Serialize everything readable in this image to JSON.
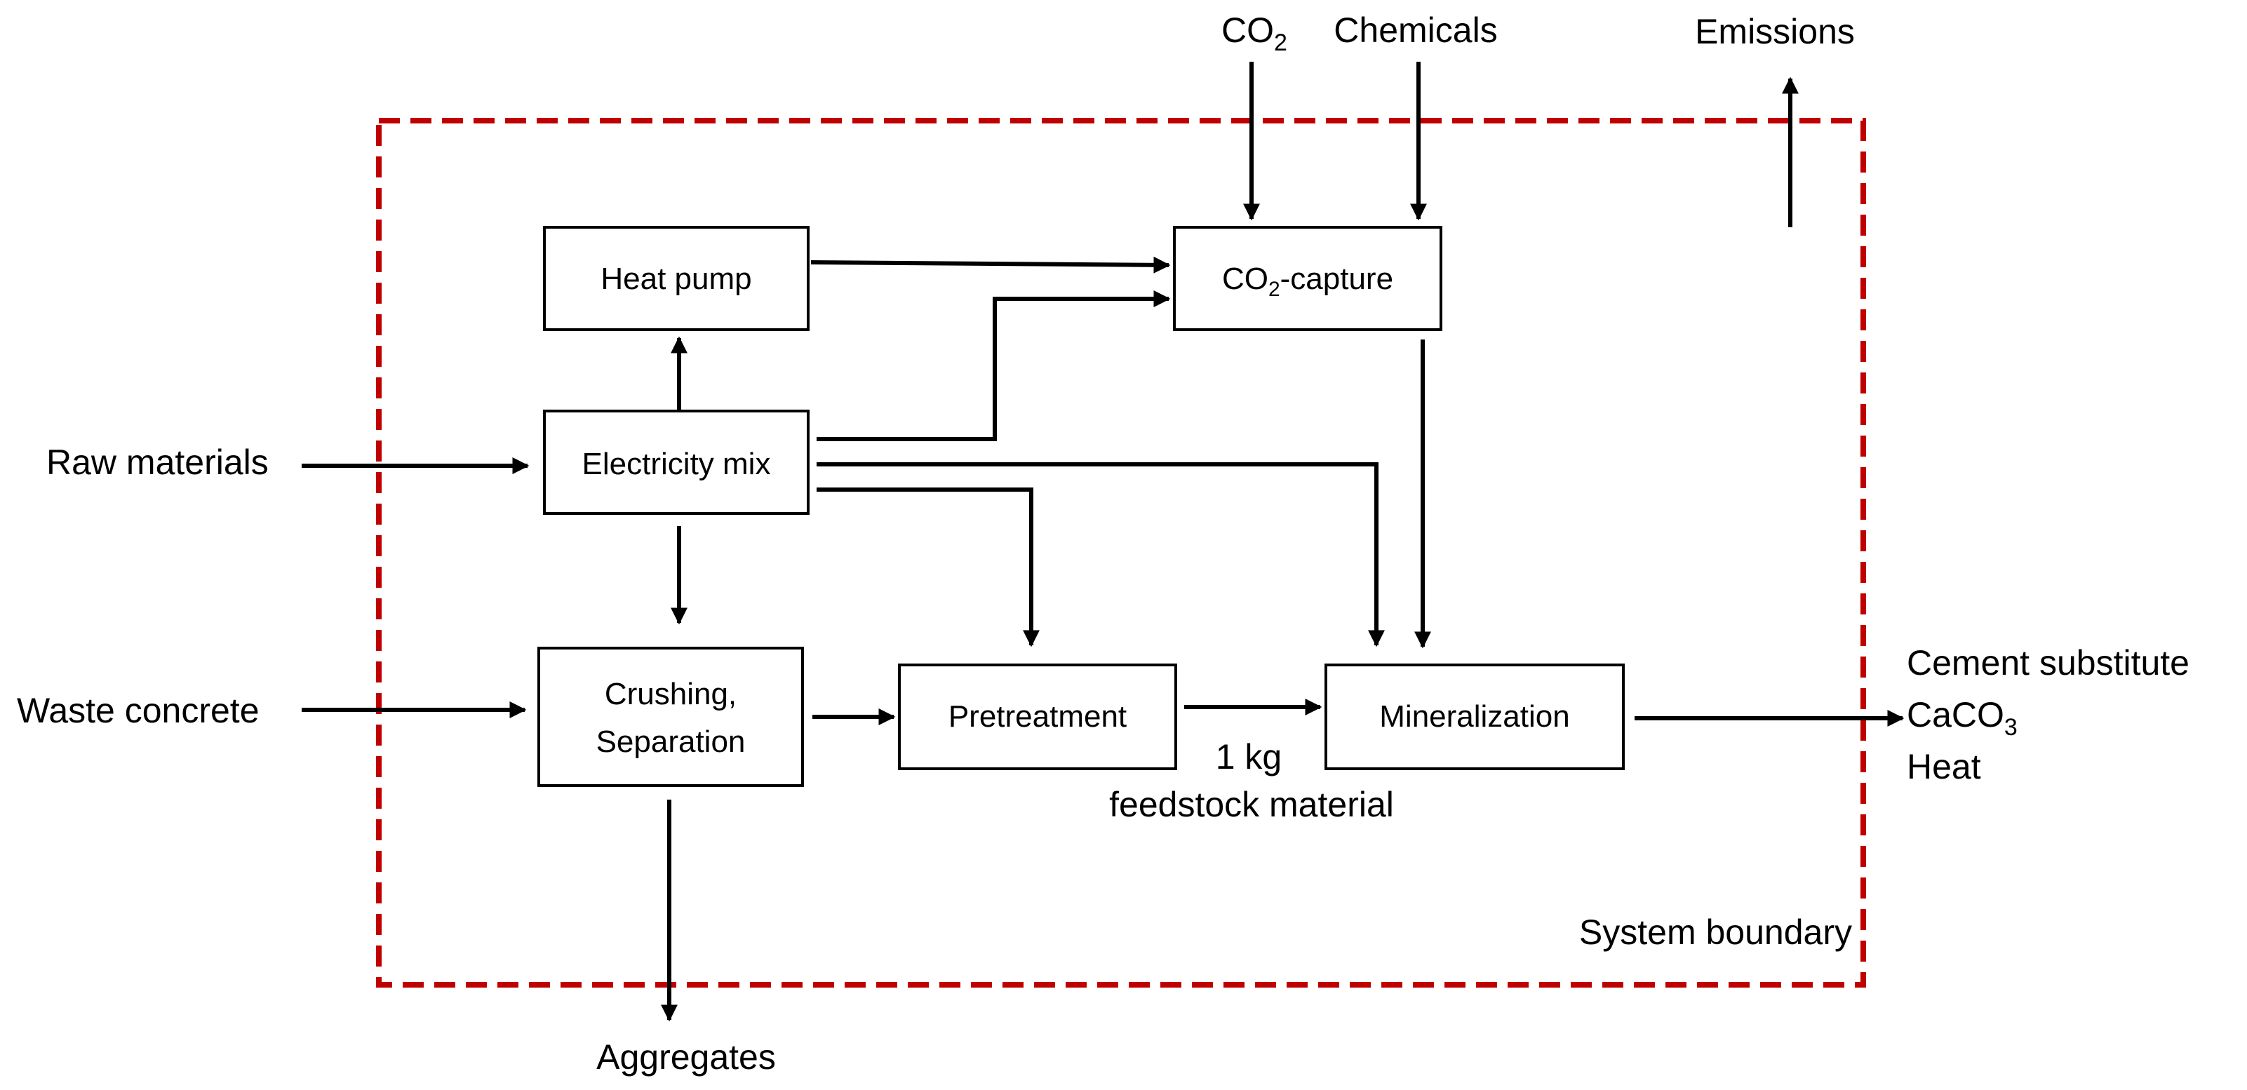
{
  "boundary": {
    "label": "System boundary",
    "color": "#c00000"
  },
  "inputs": {
    "raw_materials": "Raw materials",
    "waste_concrete": "Waste concrete",
    "co2": {
      "main": "CO",
      "sub": "2"
    },
    "chemicals": "Chemicals"
  },
  "outputs": {
    "emissions": "Emissions",
    "aggregates": "Aggregates",
    "cement_substitute": "Cement substitute",
    "caco3": {
      "main": "CaCO",
      "sub": "3"
    },
    "heat": "Heat"
  },
  "processes": {
    "heat_pump": "Heat pump",
    "co2_capture": {
      "pre": "CO",
      "sub": "2",
      "post": "-capture"
    },
    "electricity_mix": "Electricity mix",
    "crushing_line1": "Crushing,",
    "crushing_line2": "Separation",
    "pretreatment": "Pretreatment",
    "mineralization": "Mineralization"
  },
  "functional_unit": {
    "line1": "1 kg",
    "line2": "feedstock material"
  }
}
